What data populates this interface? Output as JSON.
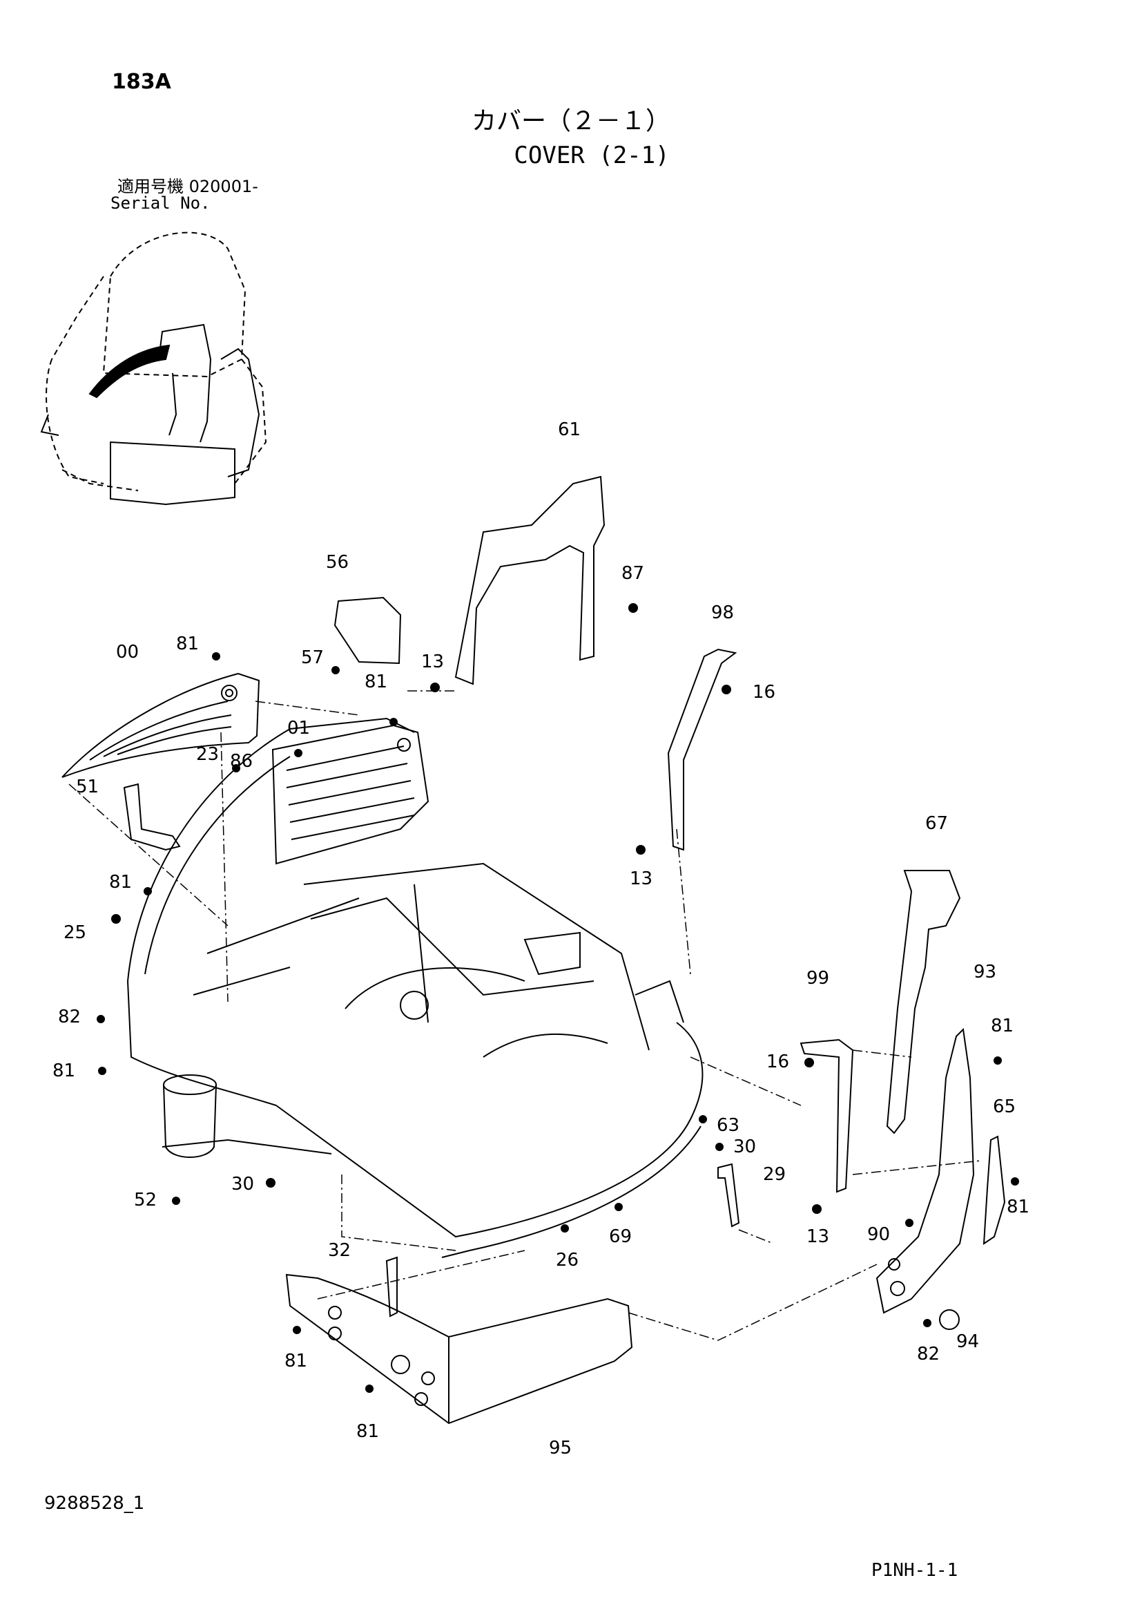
{
  "header": {
    "page_code": "183A",
    "title_jp": "カバー（２－１）",
    "title_en": "COVER (2-1)",
    "serial_label_jp": "適用号機  020001-",
    "serial_label_en": "Serial No."
  },
  "footer": {
    "document_number": "9288528_1",
    "page_reference": "P1NH-1-1"
  },
  "part_callouts": {
    "p00": "00",
    "p01": "01",
    "p13a": "13",
    "p13b": "13",
    "p13c": "13",
    "p16a": "16",
    "p16b": "16",
    "p23": "23",
    "p25": "25",
    "p26": "26",
    "p29": "29",
    "p30a": "30",
    "p30b": "30",
    "p32": "32",
    "p51": "51",
    "p52": "52",
    "p56": "56",
    "p57": "57",
    "p61": "61",
    "p63": "63",
    "p65": "65",
    "p67": "67",
    "p69": "69",
    "p81a": "81",
    "p81b": "81",
    "p81c": "81",
    "p81d": "81",
    "p81e": "81",
    "p81f": "81",
    "p81g": "81",
    "p81h": "81",
    "p82a": "82",
    "p82b": "82",
    "p86": "86",
    "p87": "87",
    "p90": "90",
    "p93": "93",
    "p94": "94",
    "p95": "95",
    "p98": "98",
    "p99": "99"
  }
}
